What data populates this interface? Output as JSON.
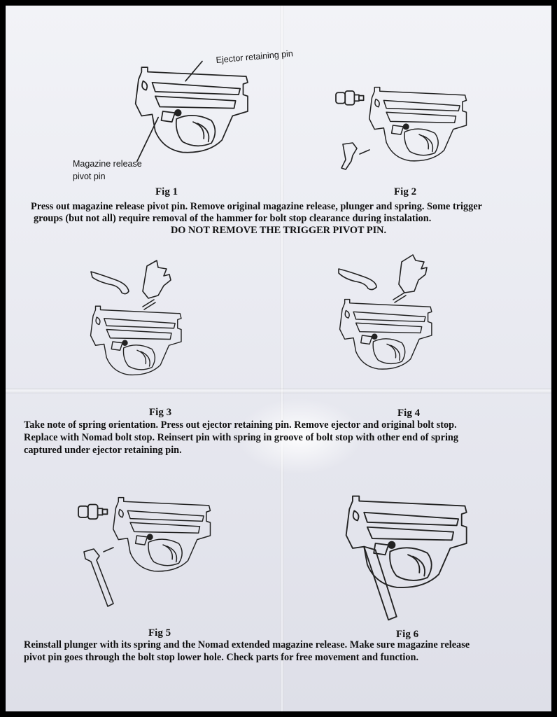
{
  "labels": {
    "ejector_pin": "Ejector retaining pin",
    "mag_release_line1": "Magazine release",
    "mag_release_line2": "pivot pin"
  },
  "figures": {
    "fig1": "Fig 1",
    "fig2": "Fig 2",
    "fig3": "Fig 3",
    "fig4": "Fig 4",
    "fig5": "Fig 5",
    "fig6": "Fig 6"
  },
  "instructions": {
    "step1_line1": "Press out magazine release pivot pin.  Remove original magazine release, plunger and spring.  Some trigger",
    "step1_line2": "groups (but not all) require removal of the hammer for bolt stop clearance during instalation.",
    "step1_warning": "DO NOT REMOVE THE TRIGGER PIVOT PIN.",
    "step2_line1": "Take note of spring orientation.  Press out ejector retaining pin.  Remove ejector and original bolt stop.",
    "step2_line2": "Replace with Nomad bolt stop.  Reinsert pin with spring in groove of bolt stop with other end of spring",
    "step2_line3": "captured under ejector retaining pin.",
    "step3_line1": "Reinstall plunger with its spring and the Nomad extended magazine release.  Make sure magazine release",
    "step3_line2": "pivot pin goes through the bolt stop lower hole.  Check parts for free movement and function."
  }
}
